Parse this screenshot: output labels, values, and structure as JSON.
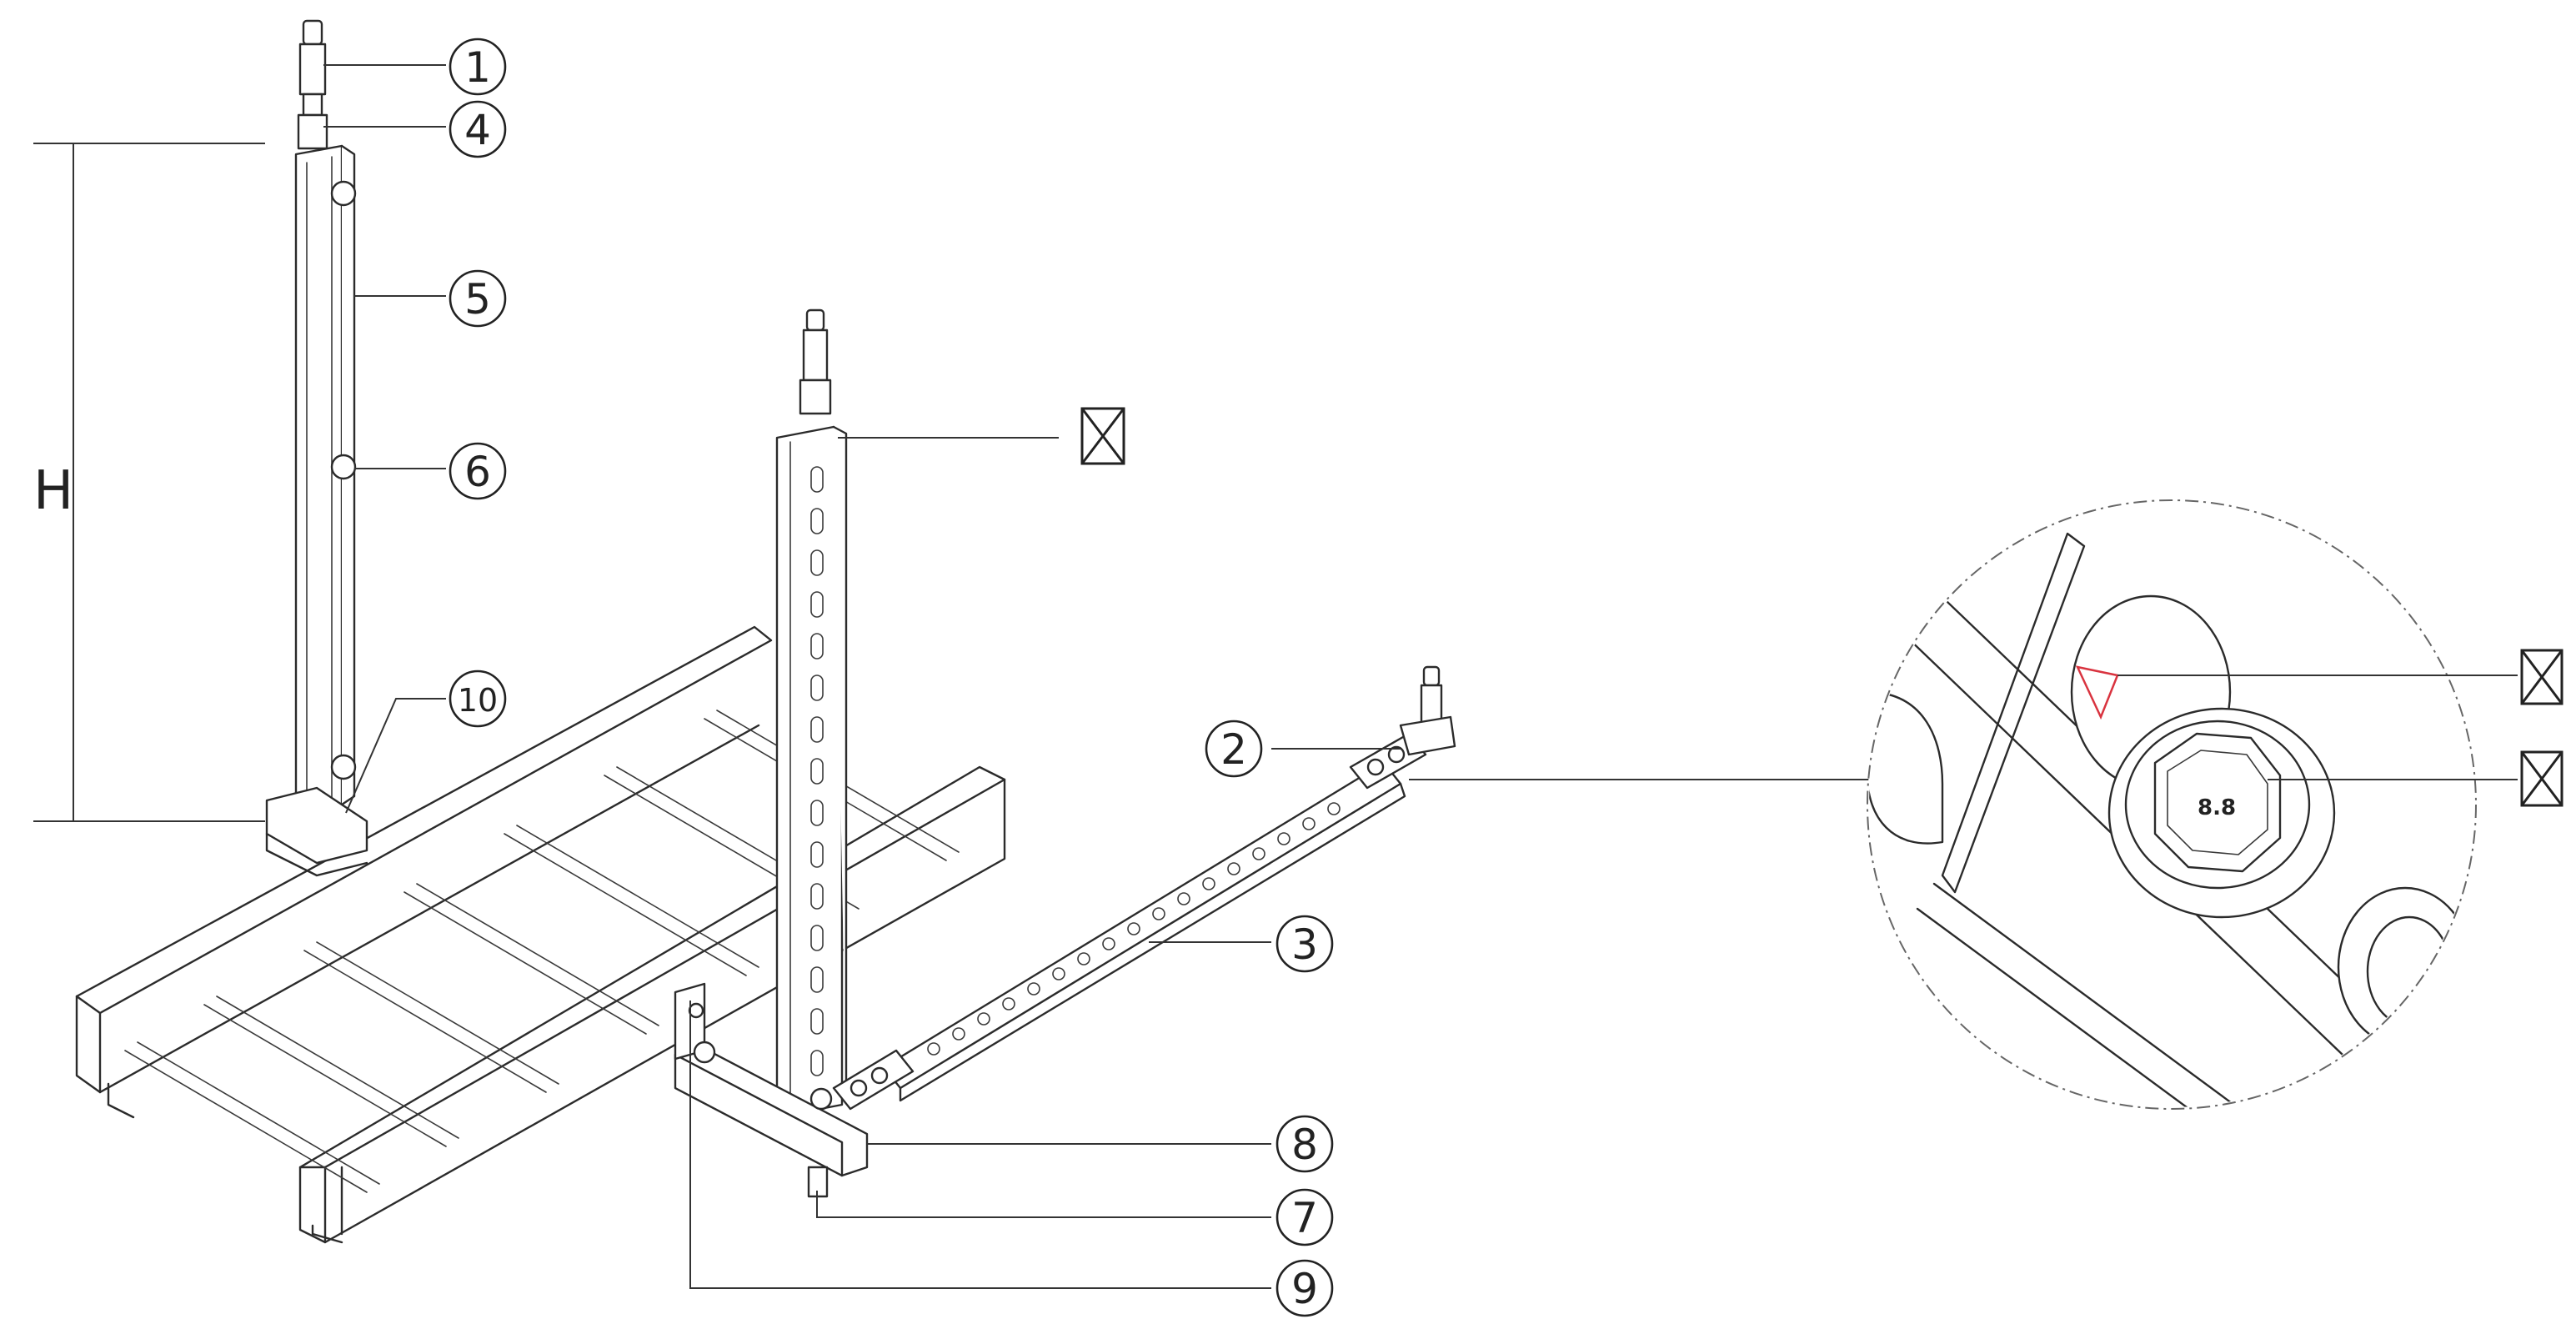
{
  "diagram": {
    "height_label": "H",
    "callouts": [
      {
        "id": "c1",
        "label": "1"
      },
      {
        "id": "c4",
        "label": "4"
      },
      {
        "id": "c5",
        "label": "5"
      },
      {
        "id": "c6",
        "label": "6"
      },
      {
        "id": "c10",
        "label": "10"
      },
      {
        "id": "c2",
        "label": "2"
      },
      {
        "id": "c3",
        "label": "3"
      },
      {
        "id": "c8",
        "label": "8"
      },
      {
        "id": "c7",
        "label": "7"
      },
      {
        "id": "c9",
        "label": "9"
      }
    ],
    "detail": {
      "bolt_grade": "8.8"
    },
    "colors": {
      "line": "#2b2b2b",
      "highlight": "#d9333f"
    }
  }
}
